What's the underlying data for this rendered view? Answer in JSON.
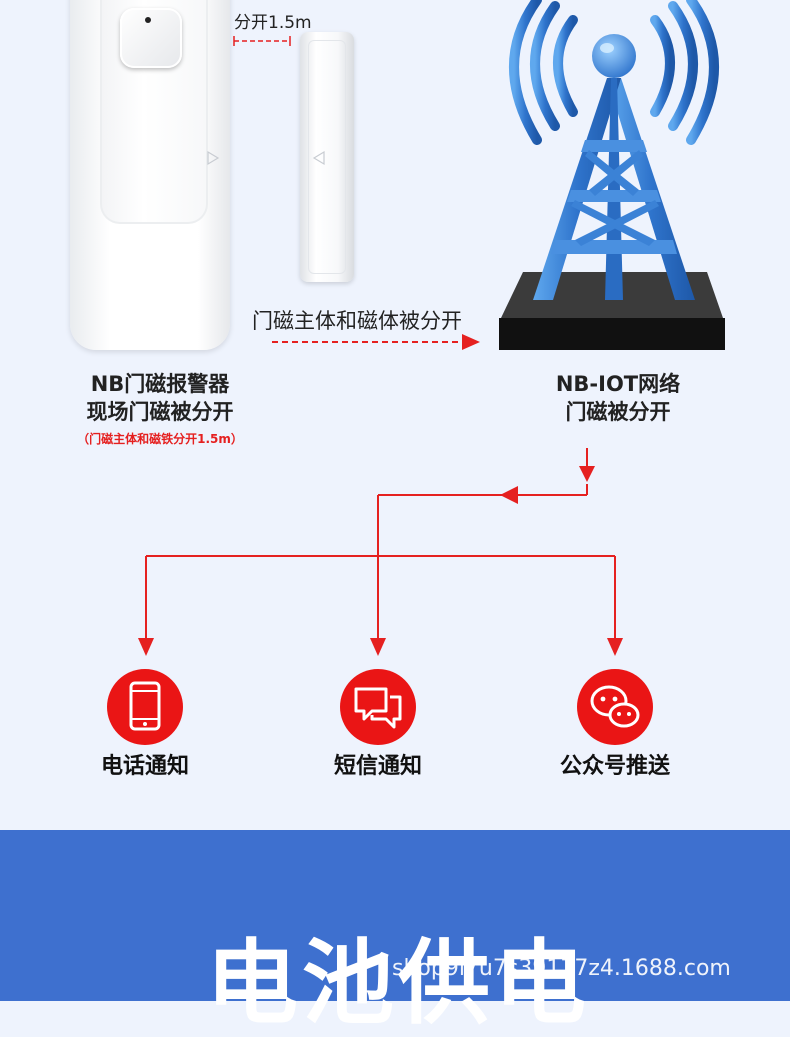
{
  "distance_label": "分开1.5m",
  "separation_label": "门磁主体和磁体被分开",
  "left_caption": {
    "line1": "NB门磁报警器",
    "line2": "现场门磁被分开",
    "note": "（门磁主体和磁铁分开1.5m）"
  },
  "right_caption": {
    "line1": "NB-IOT网络",
    "line2": "门磁被分开"
  },
  "notifications": [
    {
      "label": "电话通知",
      "icon": "phone-icon"
    },
    {
      "label": "短信通知",
      "icon": "sms-icon"
    },
    {
      "label": "公众号推送",
      "icon": "wechat-icon"
    }
  ],
  "bottom_title": "电池供电",
  "watermark": "shop9l7u7s39177z4.1688.com",
  "colors": {
    "background": "#eef3fd",
    "accent_red": "#ea1515",
    "band_blue": "#3e70cf",
    "tower_blue": "#3b82d6"
  }
}
